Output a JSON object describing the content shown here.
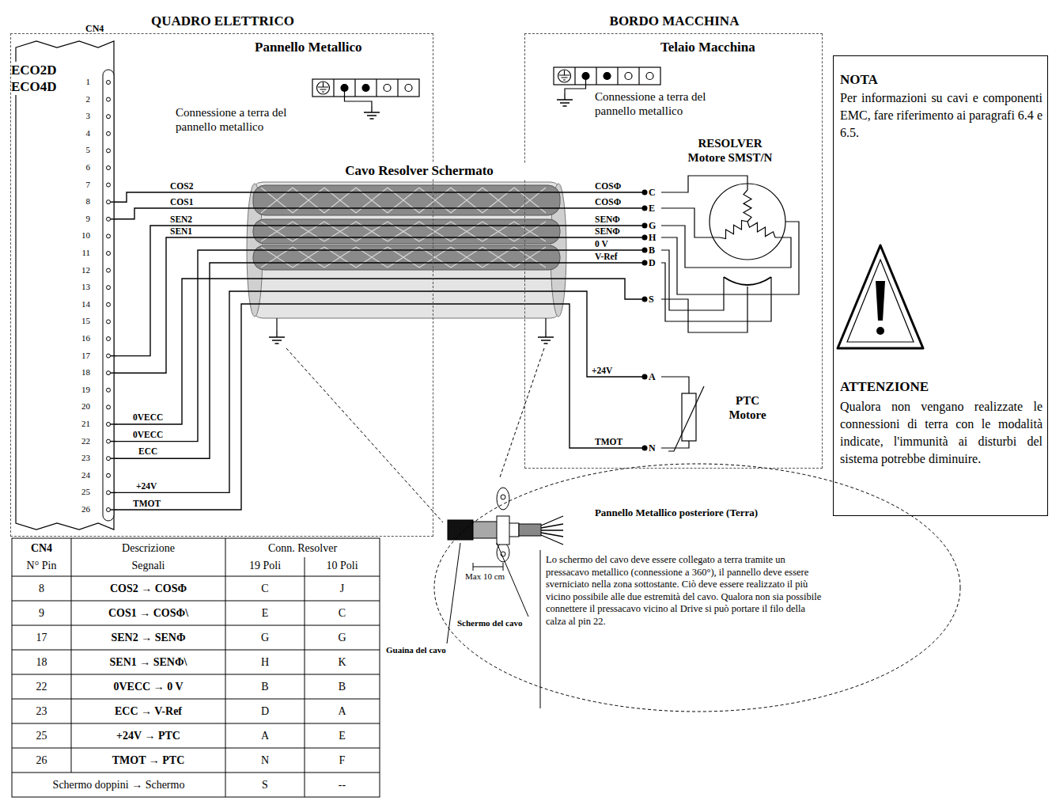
{
  "diagram": {
    "nodes": [
      {
        "text": [
          "QUADRO ELETTRICO"
        ]
      },
      {
        "text": [
          "BORDO MACCHINA"
        ]
      },
      {
        "text": [
          "CN4",
          "ECO2D ECO4D"
        ],
        "in": 0
      },
      {
        "text": [
          "RESOLVER Motore SMST/N"
        ],
        "in": 1
      },
      {
        "text": [
          "PTC Motore"
        ],
        "in": 1
      },
      {
        "text": [
          "NOTA",
          "Per informazioni su cavi e componenti EMC, fare riferimento ai paragrafi 6.4 e 6.5.",
          "ATTENZIONE",
          "Qualora non vengano realizzate le connessioni di terra con le modalità indicate, l'immunità ai disturbi del sistema potrebbe diminuire."
        ]
      },
      {
        "text": [
          "Pannello Metallico posteriore (Terra)",
          "Lo schermo del cavo deve essere collegato a terra tramite un pressacavo metallico (connessione a 360°), il pannello deve essere sverniciato nella zona sottostante. Ciò deve essere realizzato il più vicino possibile alle due estremità del cavo. Qualora non sia possibile connettere il pressacavo vicino al Drive si può portare il filo della calza al pin 22."
        ]
      }
    ],
    "edges": [
      {
        "from": 2,
        "to": 3,
        "arrow": "none"
      },
      {
        "from": 2,
        "to": 3,
        "arrow": "none"
      },
      {
        "from": 2,
        "to": 3,
        "arrow": "none"
      },
      {
        "from": 2,
        "to": 3,
        "arrow": "none"
      },
      {
        "from": 2,
        "to": 3,
        "arrow": "none"
      },
      {
        "from": 2,
        "to": 3,
        "arrow": "none"
      },
      {
        "from": 2,
        "to": 3,
        "arrow": "none"
      },
      {
        "from": 2,
        "to": 4,
        "arrow": "none"
      },
      {
        "from": 2,
        "to": 4,
        "arrow": "none"
      }
    ],
    "labels": [
      "Pannello Metallico",
      "Connessione a terra del pannello metallico",
      "1",
      "2",
      "3",
      "4",
      "5",
      "6",
      "7",
      "8",
      "9",
      "10",
      "11",
      "12",
      "13",
      "14",
      "15",
      "16",
      "17",
      "18",
      "19",
      "20",
      "21",
      "22",
      "23",
      "24",
      "25",
      "26",
      "Cavo Resolver Schermato",
      "COS2",
      "COS1",
      "SEN2",
      "SEN1",
      "0VECC",
      "0VECC",
      "ECC",
      "+24V",
      "TMOT",
      "Telaio Macchina",
      "Connessione a terra del pannello metallico",
      "COSΦ",
      "COSΦ",
      "SENΦ",
      "SENΦ",
      "0 V",
      "V-Ref",
      "+24V",
      "TMOT",
      "C",
      "E",
      "G",
      "H",
      "B",
      "D",
      "S",
      "A",
      "N",
      "Max 10 cm",
      "Schermo del cavo",
      "Guaina del cavo",
      "CN4",
      "N° Pin",
      "Descrizione",
      "Segnali",
      "Conn. Resolver",
      "19 Poli",
      "10 Poli",
      "8",
      "COS2 → COSΦ",
      "C",
      "J",
      "9",
      "COS1 → COSΦ\\",
      "E",
      "C",
      "17",
      "SEN2 → SENΦ",
      "G",
      "G",
      "18",
      "SEN1 → SENΦ\\",
      "H",
      "K",
      "22",
      "0VECC → 0 V",
      "B",
      "B",
      "23",
      "ECC → V-Ref",
      "D",
      "A",
      "25",
      "+24V → PTC",
      "A",
      "E",
      "26",
      "TMOT → PTC",
      "N",
      "F",
      "Schermo doppini → Schermo",
      "S",
      "--"
    ]
  }
}
